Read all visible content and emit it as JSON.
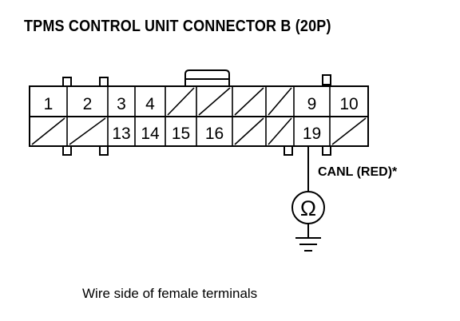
{
  "title": "TPMS CONTROL UNIT CONNECTOR B (20P)",
  "top_row": [
    "1",
    "2",
    "3",
    "4",
    "",
    "",
    "",
    "",
    "9",
    "10"
  ],
  "bottom_row": [
    "",
    "",
    "13",
    "14",
    "15",
    "16",
    "",
    "",
    "19",
    ""
  ],
  "signal_label": "CANL (RED)*",
  "meter_symbol": "Ω",
  "caption": "Wire side of female terminals"
}
